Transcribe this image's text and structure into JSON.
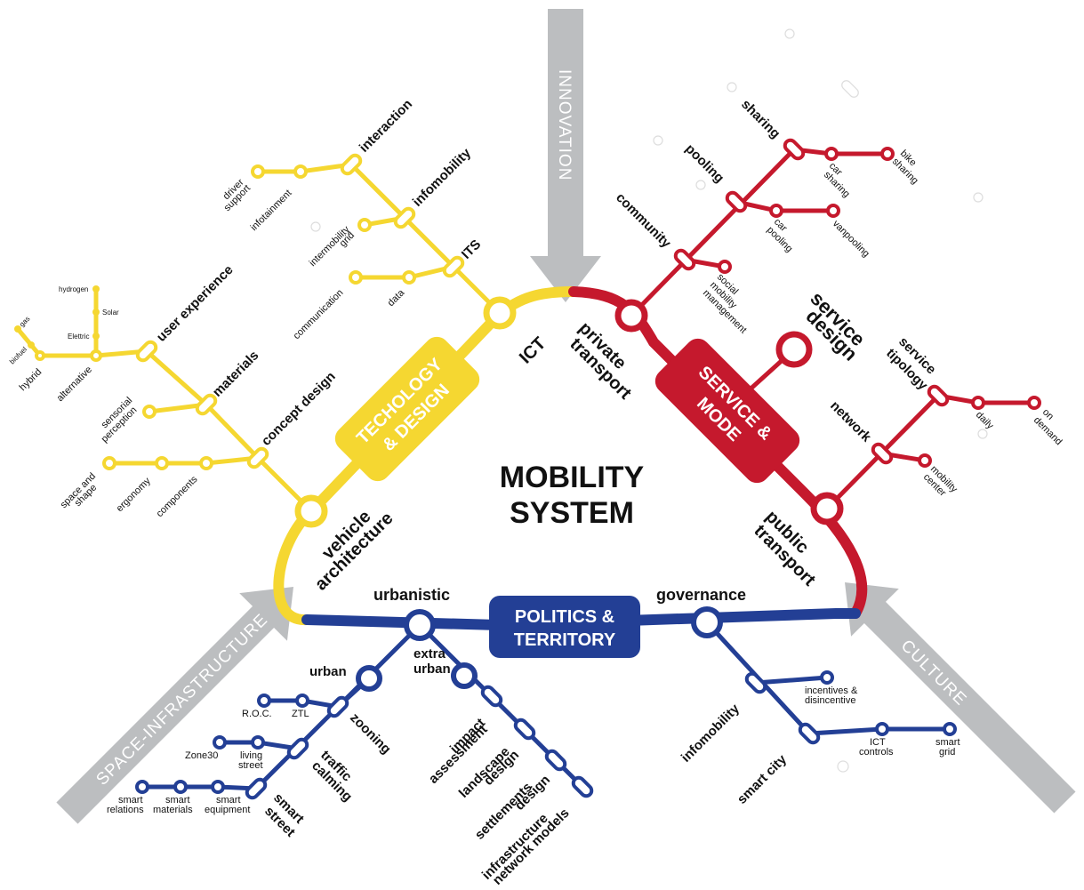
{
  "title": [
    "MOBILITY",
    "SYSTEM"
  ],
  "arrows": {
    "innovation": "INNOVATION",
    "space_infrastructure": "SPACE-INFRASTRUCTURE",
    "culture": "CULTURE"
  },
  "pills": {
    "technology": [
      "TECHOLOGY",
      "& DESIGN"
    ],
    "service": [
      "SERVICE &",
      "MODE"
    ],
    "politics": [
      "POLITICS &",
      "TERRITORY"
    ]
  },
  "colors": {
    "yellow": "#f5d731",
    "red": "#c5192d",
    "blue": "#233f95",
    "arrow": "#bcbec0"
  },
  "yellow": {
    "hubs": {
      "ict": "ICT",
      "vehicle": [
        "vehicle",
        "architecture"
      ]
    },
    "interaction": "interaction",
    "driver_support": [
      "driver",
      "support"
    ],
    "infotainment": "infotainment",
    "infomobility": "infomobility",
    "intermobility_grid": [
      "intermobility",
      "grid"
    ],
    "its": "ITS",
    "communication": "communication",
    "data": "data",
    "user_experience": "user experience",
    "hydrogen": "hydrogen",
    "solar": "Solar",
    "elettric": "Elettric",
    "gas": "gas",
    "biofuel": "biofuel",
    "hybrid": "hybrid",
    "alternative": "alternative",
    "materials": "materials",
    "sensorial_perception": [
      "sensorial",
      "perception"
    ],
    "concept_design": "concept design",
    "space_and_shape": [
      "space and",
      "shape"
    ],
    "ergonomy": "ergonomy",
    "components": "components"
  },
  "red": {
    "hubs": {
      "private": [
        "private",
        "transport"
      ],
      "public": [
        "public",
        "transport"
      ],
      "service_design": [
        "service",
        "design"
      ]
    },
    "sharing": "sharing",
    "car_sharing": [
      "car",
      "sharing"
    ],
    "bike_sharing": [
      "bike",
      "sharing"
    ],
    "pooling": "pooling",
    "car_pooling": [
      "car",
      "pooling"
    ],
    "vanpooling": "vanpooling",
    "community": "community",
    "social_mobility": [
      "social",
      "mobility",
      "management"
    ],
    "service_tipology": [
      "service",
      "tipology"
    ],
    "daily": "daily",
    "on_demand": [
      "on",
      "demand"
    ],
    "network": "network",
    "mobility_center": [
      "mobility",
      "center"
    ]
  },
  "blue": {
    "urbanistic": "urbanistic",
    "governance": "governance",
    "urban": "urban",
    "extra_urban": [
      "extra",
      "urban"
    ],
    "roc": "R.O.C.",
    "ztl": "ZTL",
    "zooning": "zooning",
    "zone30": "Zone30",
    "living_street": [
      "living",
      "street"
    ],
    "traffic_calming": [
      "traffic",
      "calming"
    ],
    "smart_relations": [
      "smart",
      "relations"
    ],
    "smart_materials": [
      "smart",
      "materials"
    ],
    "smart_equipment": [
      "smart",
      "equipment"
    ],
    "smart_street": [
      "smart",
      "street"
    ],
    "impact_assessment": [
      "impact",
      "assessment"
    ],
    "landscape_design": [
      "landscape",
      "design"
    ],
    "settlements_design": [
      "settlements",
      "design"
    ],
    "infrastructure_models": [
      "infrastructure",
      "network models"
    ],
    "infomobility": "infomobility",
    "incentives": [
      "incentives &",
      "disincentive"
    ],
    "smart_city": "smart city",
    "ict_controls": [
      "ICT",
      "controls"
    ],
    "smart_grid": [
      "smart",
      "grid"
    ]
  }
}
